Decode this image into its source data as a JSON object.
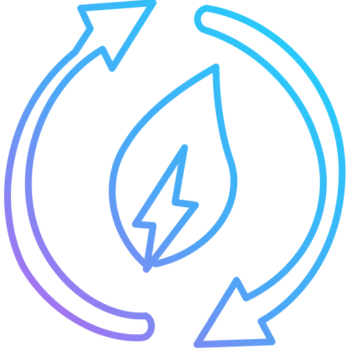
{
  "icon": {
    "semantic": "renewable-energy-cycle-icon",
    "parts": [
      "cycle-arrow-top-left",
      "cycle-arrow-bottom-right",
      "leaf",
      "lightning-bolt"
    ]
  },
  "colors": {
    "background": "#ffffff",
    "gradient_start": "#b06cf0",
    "gradient_mid": "#4aa8f6",
    "gradient_end": "#22d0fb"
  }
}
